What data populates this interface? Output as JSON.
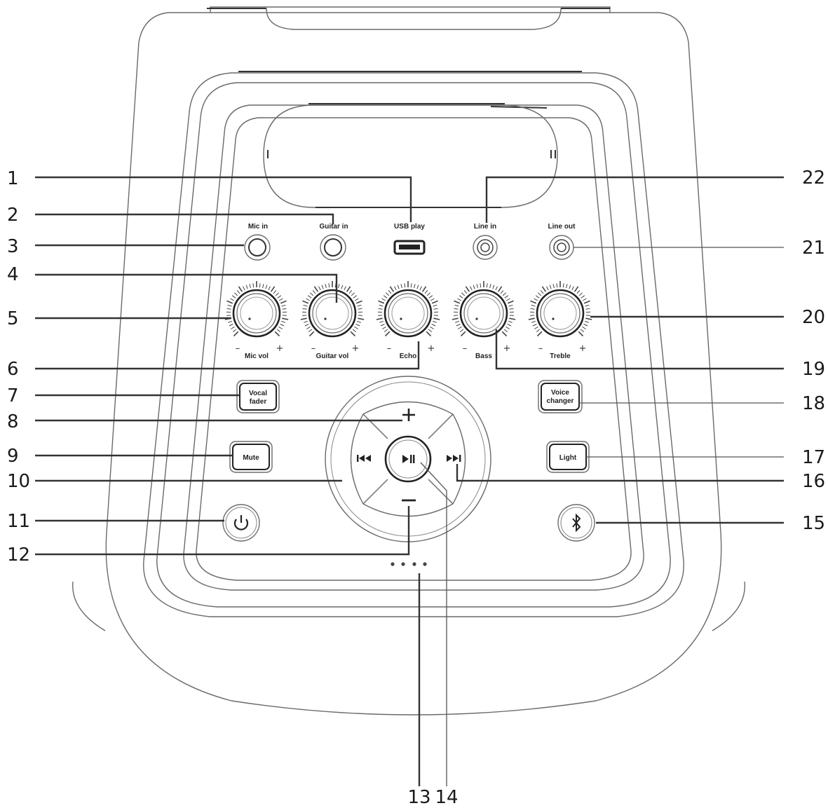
{
  "panel_labels": {
    "mic_in": "Mic in",
    "guitar_in": "Guitar in",
    "usb_play": "USB play",
    "line_in": "Line in",
    "line_out": "Line out"
  },
  "knob_labels": {
    "mic_vol": "Mic vol",
    "guitar_vol": "Guitar vol",
    "echo": "Echo",
    "bass": "Bass",
    "treble": "Treble"
  },
  "knob_signs": {
    "minus": "–",
    "plus": "+"
  },
  "buttons": {
    "vocal_fader_1": "Vocal",
    "vocal_fader_2": "fader",
    "voice_changer_1": "Voice",
    "voice_changer_2": "changer",
    "mute": "Mute",
    "light": "Light"
  },
  "icons": {
    "power": "power-icon",
    "bluetooth": "bluetooth-icon",
    "play_pause": "play-pause-icon",
    "previous": "previous-track-icon",
    "next": "next-track-icon",
    "volume_up": "plus-icon",
    "volume_down": "minus-icon"
  },
  "callouts": {
    "n1": "1",
    "n2": "2",
    "n3": "3",
    "n4": "4",
    "n5": "5",
    "n6": "6",
    "n7": "7",
    "n8": "8",
    "n9": "9",
    "n10": "10",
    "n11": "11",
    "n12": "12",
    "n13": "13",
    "n14": "14",
    "n15": "15",
    "n16": "16",
    "n17": "17",
    "n18": "18",
    "n19": "19",
    "n20": "20",
    "n21": "21",
    "n22": "22"
  },
  "colors": {
    "outline": "#6a6a6a",
    "leader": "#333333",
    "text": "#1a1a1a",
    "background": "#ffffff"
  }
}
